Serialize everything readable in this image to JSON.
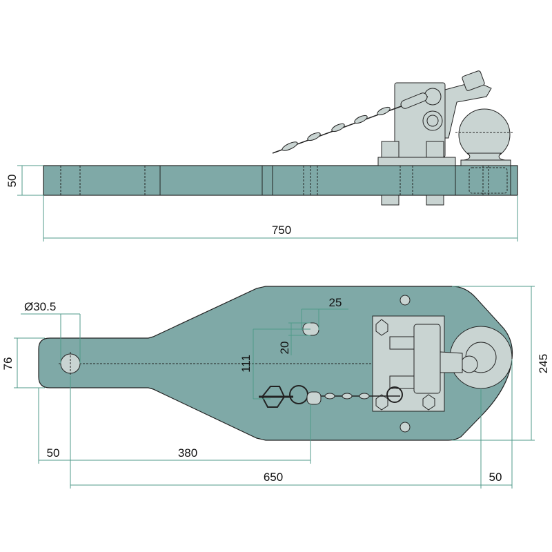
{
  "drawing": {
    "side_view": {
      "height_label": "50",
      "length_label": "750"
    },
    "plan_view": {
      "hole_diameter_label": "Ø30.5",
      "slot_width_label": "25",
      "slot_height_label": "20",
      "eye_width_label": "76",
      "offset_label": "111",
      "plate_width_label": "245",
      "eye_end_label": "50",
      "slot_distance_label": "380",
      "ball_distance_label": "650",
      "ball_end_label": "50"
    },
    "colors": {
      "body": "#7fa9a7",
      "parts": "#c9d4d2",
      "dimension": "#4f9a8a"
    }
  }
}
